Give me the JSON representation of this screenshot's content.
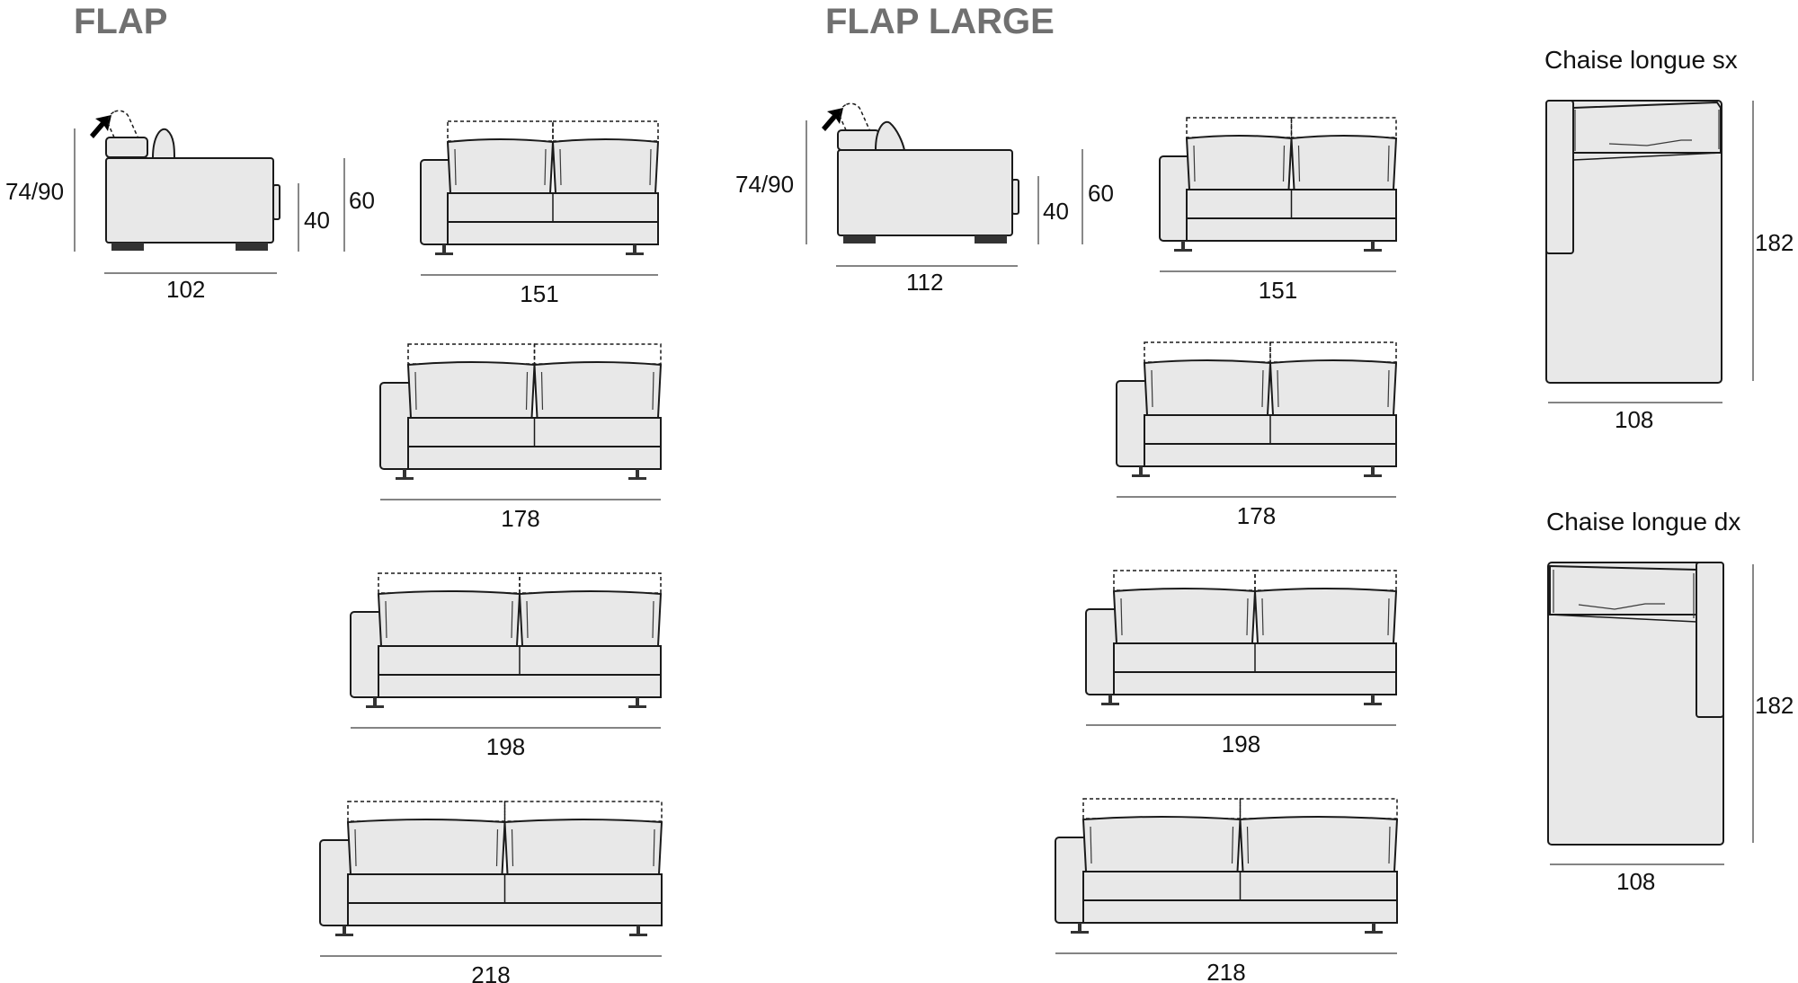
{
  "titles": {
    "flap": "FLAP",
    "flap_large": "FLAP LARGE",
    "chaise_sx": "Chaise longue sx",
    "chaise_dx": "Chaise longue dx"
  },
  "flap": {
    "side": {
      "height": "74/90",
      "seat_height": "40",
      "arm_height": "60",
      "depth": "102"
    },
    "widths": [
      "151",
      "178",
      "198",
      "218"
    ]
  },
  "flap_large": {
    "side": {
      "height": "74/90",
      "seat_height": "40",
      "arm_height": "60",
      "depth": "112"
    },
    "widths": [
      "151",
      "178",
      "198",
      "218"
    ]
  },
  "chaise_sx": {
    "length": "182",
    "width": "108"
  },
  "chaise_dx": {
    "length": "182",
    "width": "108"
  }
}
